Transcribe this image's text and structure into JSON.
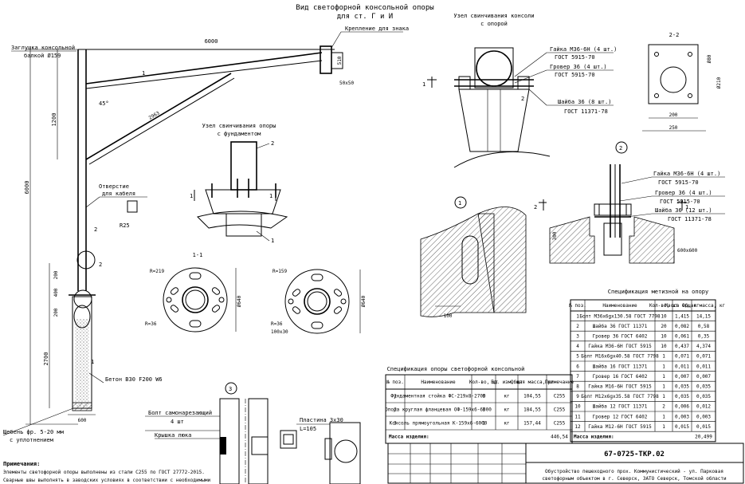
{
  "title": {
    "main": "Вид светофорной консольной опоры",
    "sub": "для ст. Г и И"
  },
  "labels": {
    "console_cap": "Заглушка консольной",
    "console_cap_2": "балкой Ø159",
    "fastening_sign": "Крепление для знака",
    "node_console": "Узел свинчивания консоли",
    "node_console_2": "с опорой",
    "node_foundation": "Узел свинчивания опоры",
    "node_foundation_2": "с фундаментом",
    "cable_hole": "Отверстие",
    "cable_hole_2": "для кабеля",
    "cable_hole_dim": "R25",
    "concrete": "Бетон B30 F200 W6",
    "gravel": "Щебень фр. 5-20 мм",
    "gravel_2": "с уплотнением",
    "self_cut_bolt": "Болт самонарезающий",
    "self_cut_bolt_2": "4 шт",
    "hatch_cover": "Крышка люка",
    "plate": "Пластина 3х30",
    "plate_len": "L=105",
    "nut1": "Гайка М36-6Н (4 шт.)",
    "nut1_std": "ГОСТ 5915-70",
    "washer1": "Гровер 36 (4 шт.)",
    "washer1_std": "ГОСТ 5915-70",
    "washer2": "Шайба 36 (8 шт.)",
    "washer2_std": "ГОСТ 11371-78",
    "nut2": "Гайка М36-6Н (4 шт.)",
    "nut2_std": "ГОСТ 5915-70",
    "washer3": "Гровер 36 (4 шт.)",
    "washer3_std": "ГОСТ 5915-70",
    "washer4": "Шайба 36 (12 шт.)",
    "washer4_std": "ГОСТ 11371-78",
    "section11": "1-1",
    "section22": "2-2",
    "notes": "Примечания:",
    "note1": "Элементы светофорной опоры выполнены из стали С255 по ГОСТ 27772-2015.",
    "note2": "Сварные швы выполнять в заводских условиях в соответствии с необходимыми"
  },
  "dimensions": {
    "console_len": "6000",
    "h1": "1200",
    "h_total": "6000",
    "d_600": "600",
    "d_2700": "2700",
    "d_200a": "200",
    "d_200b": "200",
    "d_400": "400",
    "d_200c": "200",
    "angle": "45°",
    "diag": "2963",
    "sign_w": "510",
    "sign_d": "50х50",
    "r_219": "R=219",
    "r_159": "R=159",
    "r_36a": "R=36",
    "r_36b": "R=36",
    "d_640a": "Ø640",
    "d_640b": "Ø640",
    "plate_dim": "100х30",
    "d_200d": "200",
    "d_250": "250",
    "d_210": "Ø210",
    "d_80": "Ø80",
    "d_300": "300",
    "d_100": "100",
    "flange_dim": "600х600"
  },
  "callouts": [
    "1",
    "2",
    "3",
    "1",
    "2",
    "1",
    "2",
    "3",
    "1"
  ],
  "spec_main": {
    "title": "Спецификация опоры светофорной консольной",
    "headers": [
      "№ поз.",
      "Наименование",
      "Кол-во, шт",
      "Ед. изм, шт",
      "Общая масса, кг",
      "Примечание"
    ],
    "rows": [
      [
        "1",
        "Фундаментная стойка ФС-219х8-2700",
        "1",
        "кг",
        "104,55",
        "С255"
      ],
      [
        "2",
        "Опора круглая фланцевая ОФ-159х6-6000",
        "1",
        "кг",
        "184,55",
        "С255"
      ],
      [
        "3",
        "Консоль прямоугольная К-159х6-6000",
        "1",
        "кг",
        "157,44",
        "С255"
      ]
    ],
    "total_label": "Масса изделия:",
    "total_value": "446,54"
  },
  "spec_hw": {
    "title": "Спецификация метизной на опору",
    "headers": [
      "№ поз.",
      "Наименование",
      "Кол-во, шт",
      "Масса ед, кг",
      "Общая масса, кг"
    ],
    "rows": [
      [
        "1",
        "Болт М36х6gх130.58 ГОСТ 7798",
        "10",
        "1,415",
        "14,15"
      ],
      [
        "2",
        "Шайба 36 ГОСТ 11371",
        "20",
        "0,082",
        "0,58"
      ],
      [
        "3",
        "Гровер 36 ГОСТ 6402",
        "10",
        "0,061",
        "0,35"
      ],
      [
        "4",
        "Гайка М36-6Н ГОСТ 5915",
        "10",
        "0,437",
        "4,374"
      ],
      [
        "5",
        "Болт М16х6gх40.58 ГОСТ 7798",
        "1",
        "0,071",
        "0,071"
      ],
      [
        "6",
        "Шайба 16 ГОСТ 11371",
        "1",
        "0,011",
        "0,011"
      ],
      [
        "7",
        "Гровер 16 ГОСТ 6402",
        "1",
        "0,007",
        "0,007"
      ],
      [
        "8",
        "Гайка М16-6Н ГОСТ 5915",
        "1",
        "0,035",
        "0,035"
      ],
      [
        "9",
        "Болт М12х6gх35.58 ГОСТ 7798",
        "1",
        "0,035",
        "0,035"
      ],
      [
        "10",
        "Шайба 12 ГОСТ 11371",
        "2",
        "0,006",
        "0,012"
      ],
      [
        "11",
        "Гровер 12 ГОСТ 6402",
        "1",
        "0,003",
        "0,003"
      ],
      [
        "12",
        "Гайка М12-6Н ГОСТ 5915",
        "1",
        "0,015",
        "0,015"
      ]
    ],
    "total_label": "Масса изделия:",
    "total_value": "20,499"
  },
  "title_block": {
    "code": "67-0725-ТКР.02",
    "desc1": "Обустройство пешеходного прох. Коммунистический - ул. Парковая",
    "desc2": "светофорным объектом в г. Северск, ЗАТО Северск, Томской области"
  }
}
